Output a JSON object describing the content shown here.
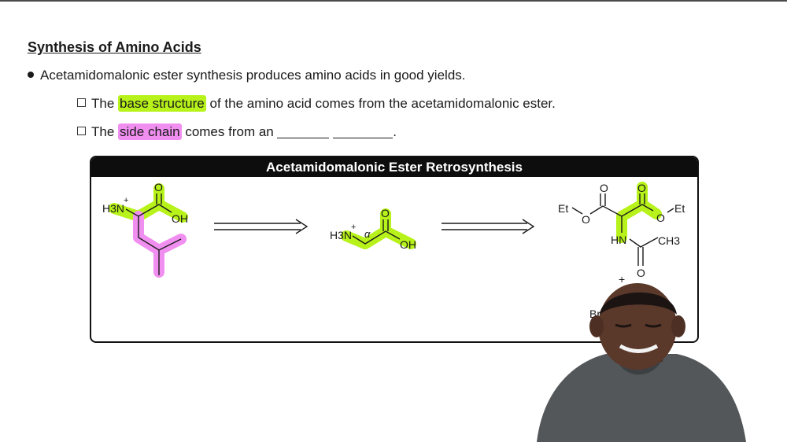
{
  "heading": "Synthesis of Amino Acids",
  "bullet": "Acetamidomalonic ester synthesis produces amino acids in good yields.",
  "sub1": {
    "pre": "The ",
    "highlight": "base structure",
    "post": " of the amino acid comes from the acetamidomalonic ester."
  },
  "sub2": {
    "pre": "The ",
    "highlight": "side chain",
    "post": " comes from an ",
    "end": "."
  },
  "panel_title": "Acetamidomalonic Ester Retrosynthesis",
  "labels": {
    "h3n": "H3N",
    "plus": "+",
    "o": "O",
    "oh": "OH",
    "alpha": "α",
    "et": "Et",
    "hn": "HN",
    "ch3": "CH3",
    "br": "Br"
  },
  "colors": {
    "highlight_green": "#b7f21a",
    "highlight_pink": "#f08ff0"
  }
}
